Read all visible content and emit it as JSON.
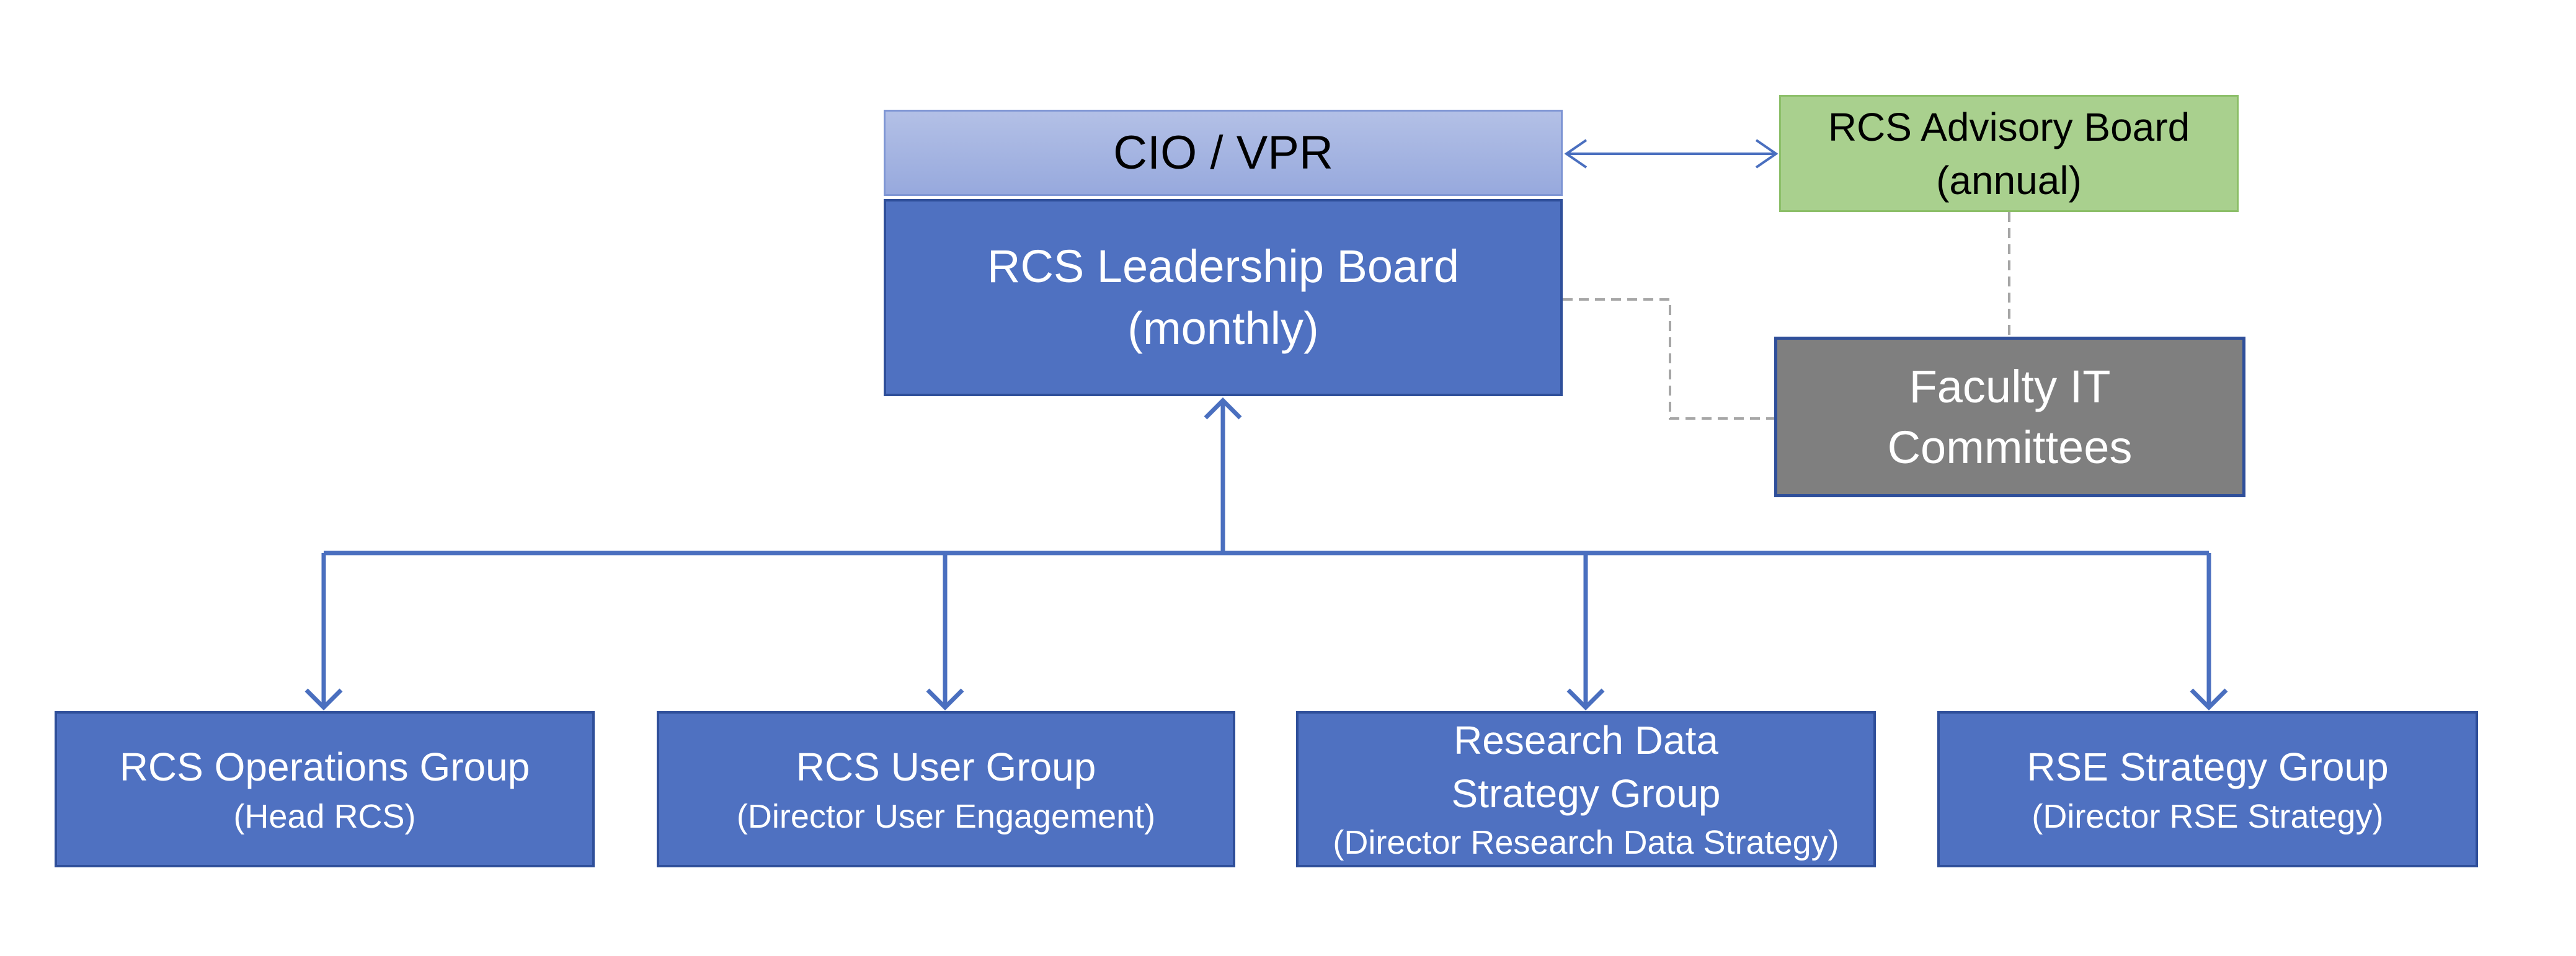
{
  "nodes": {
    "cio_vpr": {
      "label": "CIO / VPR"
    },
    "leadership_board": {
      "line1": "RCS Leadership Board",
      "line2": "(monthly)"
    },
    "advisory_board": {
      "line1": "RCS Advisory Board",
      "line2": "(annual)"
    },
    "faculty_it": {
      "line1": "Faculty IT",
      "line2": "Committees"
    },
    "operations_group": {
      "title": "RCS Operations Group",
      "lead": "(Head RCS)"
    },
    "user_group": {
      "title": "RCS User Group",
      "lead": "(Director User Engagement)"
    },
    "research_data_group": {
      "title_line1": "Research Data",
      "title_line2": "Strategy Group",
      "lead": "(Director Research Data Strategy)"
    },
    "rse_group": {
      "title": "RSE Strategy Group",
      "lead": "(Director RSE Strategy)"
    }
  },
  "colors": {
    "primary_blue": "#4f71c1",
    "border_blue": "#2f4f9a",
    "connector_blue": "#4a6fbf",
    "header_light_blue": "#a3b4e0",
    "advisory_green": "#a9d08e",
    "faculty_gray": "#7f7f7f",
    "dashed_gray": "#a6a6a6"
  }
}
